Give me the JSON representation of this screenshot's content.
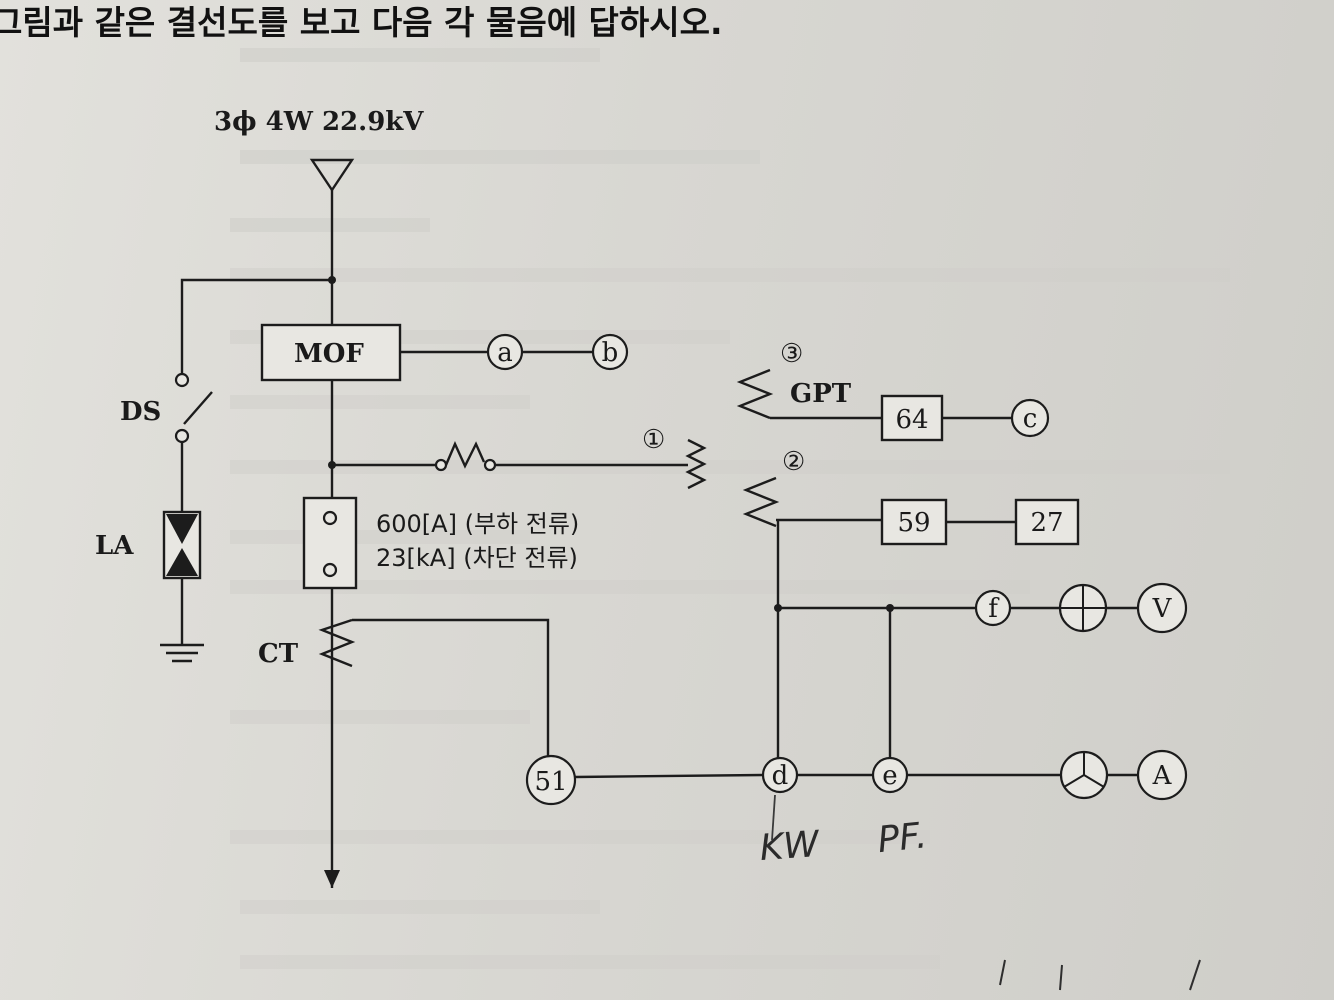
{
  "question": "그림과 같은 결선도를 보고 다음 각 물음에 답하시오.",
  "supply": "3ϕ 4W 22.9kV",
  "labels": {
    "mof": "MOF",
    "ds": "DS",
    "la": "LA",
    "ct": "CT",
    "gpt": "GPT",
    "mark1": "①",
    "mark2": "②",
    "mark3": "③",
    "rating_load": "600[A] (부하 전류)",
    "rating_break": "23[kA] (차단 전류)"
  },
  "nodes": {
    "a": "a",
    "b": "b",
    "c": "c",
    "d": "d",
    "e": "e",
    "f": "f",
    "r51": "51",
    "v": "V",
    "amp": "A"
  },
  "relays": {
    "r64": "64",
    "r59": "59",
    "r27": "27"
  },
  "handwriting": {
    "kw": "KW",
    "pf": "PF."
  }
}
